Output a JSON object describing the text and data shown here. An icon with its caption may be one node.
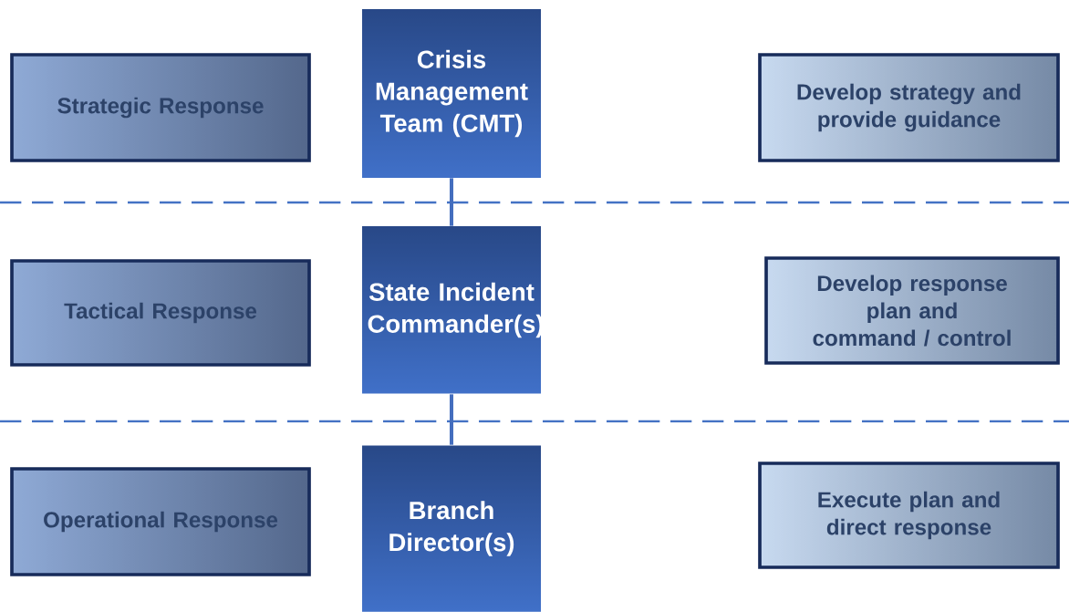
{
  "diagram": {
    "nodes": [
      {
        "text": [
          "Strategic Response"
        ]
      },
      {
        "text": [
          "Crisis Management Team (CMT)"
        ]
      },
      {
        "text": [
          "Develop strategy and provide guidance"
        ]
      },
      {
        "text": [
          "Tactical Response"
        ]
      },
      {
        "text": [
          "State Incident Commander(s)"
        ]
      },
      {
        "text": [
          "Develop response plan and command / control"
        ]
      },
      {
        "text": [
          "Operational Response"
        ]
      },
      {
        "text": [
          "Branch Director(s)"
        ]
      },
      {
        "text": [
          "Execute plan and direct response"
        ]
      }
    ],
    "edges": [
      {
        "from": 1,
        "to": 4,
        "arrow": "none"
      },
      {
        "from": 4,
        "to": 7,
        "arrow": "none"
      }
    ]
  }
}
